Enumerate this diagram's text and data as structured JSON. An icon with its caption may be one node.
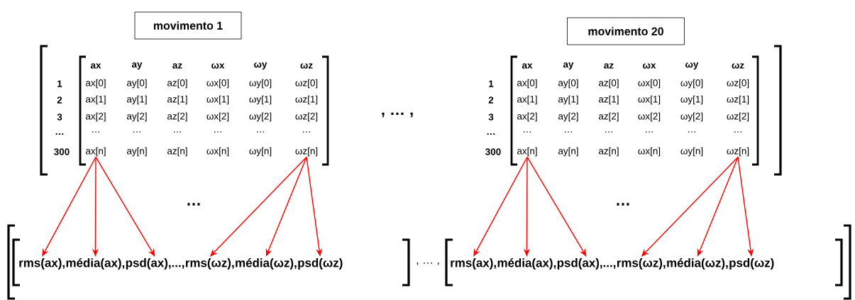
{
  "diagram": {
    "nodes": [
      {
        "text": [
          "movimento 1"
        ]
      },
      {
        "text": [
          "movimento 20"
        ]
      },
      {
        "text": [
          "ax[n]"
        ]
      },
      {
        "text": [
          "ωz[n]"
        ]
      },
      {
        "text": [
          "ax[n]"
        ]
      },
      {
        "text": [
          "ωz[n]"
        ]
      },
      {
        "text": [
          "rms(ax),"
        ]
      },
      {
        "text": [
          "média(ax),"
        ]
      },
      {
        "text": [
          "psd(ax),...,"
        ]
      },
      {
        "text": [
          "rms(ωz),"
        ]
      },
      {
        "text": [
          "média(ωz),"
        ]
      },
      {
        "text": [
          "psd(ωz)"
        ]
      },
      {
        "text": [
          "rms(ax),"
        ]
      },
      {
        "text": [
          "média(ax),"
        ]
      },
      {
        "text": [
          "psd(ax),...,"
        ]
      },
      {
        "text": [
          "rms(ωz),"
        ]
      },
      {
        "text": [
          "média(ωz),"
        ]
      },
      {
        "text": [
          "psd(ωz)"
        ]
      }
    ],
    "edges": [
      {
        "from": 2,
        "to": 6,
        "arrow": "to"
      },
      {
        "from": 2,
        "to": 7,
        "arrow": "to"
      },
      {
        "from": 2,
        "to": 8,
        "arrow": "to"
      },
      {
        "from": 3,
        "to": 9,
        "arrow": "to"
      },
      {
        "from": 3,
        "to": 10,
        "arrow": "to"
      },
      {
        "from": 3,
        "to": 11,
        "arrow": "to"
      },
      {
        "from": 4,
        "to": 12,
        "arrow": "to"
      },
      {
        "from": 4,
        "to": 13,
        "arrow": "to"
      },
      {
        "from": 4,
        "to": 14,
        "arrow": "to"
      },
      {
        "from": 5,
        "to": 15,
        "arrow": "to"
      },
      {
        "from": 5,
        "to": 16,
        "arrow": "to"
      },
      {
        "from": 5,
        "to": 17,
        "arrow": "to"
      }
    ],
    "labels": [
      "ax",
      "ay",
      "az",
      "ωx",
      "ωy",
      "ωz",
      "1",
      "ax[0]",
      "ay[0]",
      "az[0]",
      "ωx[0]",
      "ωy[0]",
      "ωz[0]",
      "2",
      "ax[1]",
      "ay[1]",
      "az[1]",
      "ωx[1]",
      "ωy[1]",
      "ωz[1]",
      "3",
      "ax[2]",
      "ay[2]",
      "az[2]",
      "ωx[2]",
      "ωy[2]",
      "ωz[2]",
      "…",
      "…",
      "…",
      "…",
      "…",
      "…",
      "…",
      "300",
      "ay[n]",
      "az[n]",
      "ωx[n]",
      "ωy[n]",
      ", … ,",
      "ax",
      "ay",
      "az",
      "ωx",
      "ωy",
      "ωz",
      "1",
      "ax[0]",
      "ay[0]",
      "az[0]",
      "ωx[0]",
      "ωy[0]",
      "ωz[0]",
      "2",
      "ax[1]",
      "ay[1]",
      "az[1]",
      "ωx[1]",
      "ωy[1]",
      "ωz[1]",
      "3",
      "ax[2]",
      "ay[2]",
      "az[2]",
      "ωx[2]",
      "ωy[2]",
      "ωz[2]",
      "…",
      "…",
      "…",
      "…",
      "…",
      "…",
      "…",
      "300",
      "ay[n]",
      "az[n]",
      "ωx[n]",
      "ωy[n]",
      "…",
      "…",
      ", … ,"
    ]
  }
}
